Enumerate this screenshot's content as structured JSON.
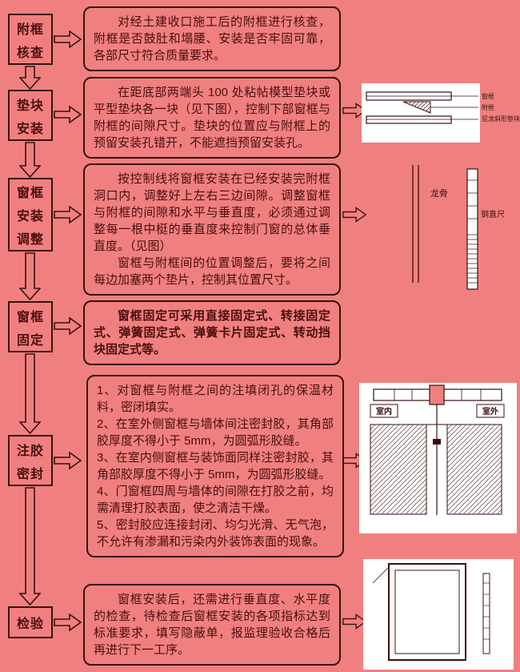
{
  "page": {
    "background": "#f08080",
    "ink": "#3a0f0f",
    "text_color": "#4a0d0d"
  },
  "flow": [
    {
      "step": [
        "附框",
        "核查"
      ],
      "paragraphs": [
        "对经土建收口施工后的附框进行核查，附框是否鼓肚和塌腰、安装是否牢固可靠，各部尺寸符合质量要求。"
      ]
    },
    {
      "step": [
        "垫块",
        "安装"
      ],
      "paragraphs": [
        "在距底部两端头 100 处粘帖模型垫块或平型垫块各一块（见下图），控制下部窗框与附框的间隙尺寸。垫块的位置应与附框上的预留安装孔错开，不能遮挡预留安装孔。"
      ]
    },
    {
      "step": [
        "窗框",
        "安装",
        "调整"
      ],
      "paragraphs": [
        "按控制线将窗框安装在已经安装完附框洞口内，调整好上左右三边间隙。调整窗框与附框的间隙和水平与垂直度，必须通过调整每一根中梃的垂直度来控制门窗的总体垂直度。（见图）",
        "窗框与附框间的位置调整后，要将之间每边加塞两个垫片，控制其位置尺寸。"
      ]
    },
    {
      "step": [
        "窗框",
        "固定"
      ],
      "paragraphs": [
        "窗框固定可采用直接固定式、转接固定式、弹簧固定式、弹簧卡片固定式、转动挡块固定式等。"
      ]
    },
    {
      "step": [
        "注胶",
        "密封"
      ],
      "paragraphs": [
        "1、对窗框与附框之间的注填闭孔的保温材料，密闭填实。",
        "2、在室外侧窗框与墙体间注密封胶，其角部胶厚度不得小于 5mm，为圆弧形胶缝。",
        "3、在室内侧窗框与装饰面同样注密封胶，其角部胶厚度不得小于 5mm，为圆弧形胶缝。",
        "4、门窗框四周与墙体的间隙在打胶之前，均需清理打胶表面，使之清洁干燥。",
        "5、密封胶应连接封闭、均匀光滑、无气泡，不允许有渗漏和污染内外装饰表面的现象。"
      ]
    },
    {
      "step": [
        "检验"
      ],
      "paragraphs": [
        "窗框安装后，还需进行垂直度、水平度的检查，待检查后窗框安装的各项指标达到标准要求，填写隐蔽单，报监理验收合格后再进行下一工序。"
      ]
    }
  ],
  "diagrams": {
    "pad": {
      "labels": [
        "窗框",
        "附框",
        "尼龙斜形垫块"
      ]
    },
    "plumb": {
      "labels": [
        "龙骨",
        "钢直尺"
      ]
    },
    "seal": {
      "labels": [
        "室内",
        "室外"
      ]
    }
  }
}
